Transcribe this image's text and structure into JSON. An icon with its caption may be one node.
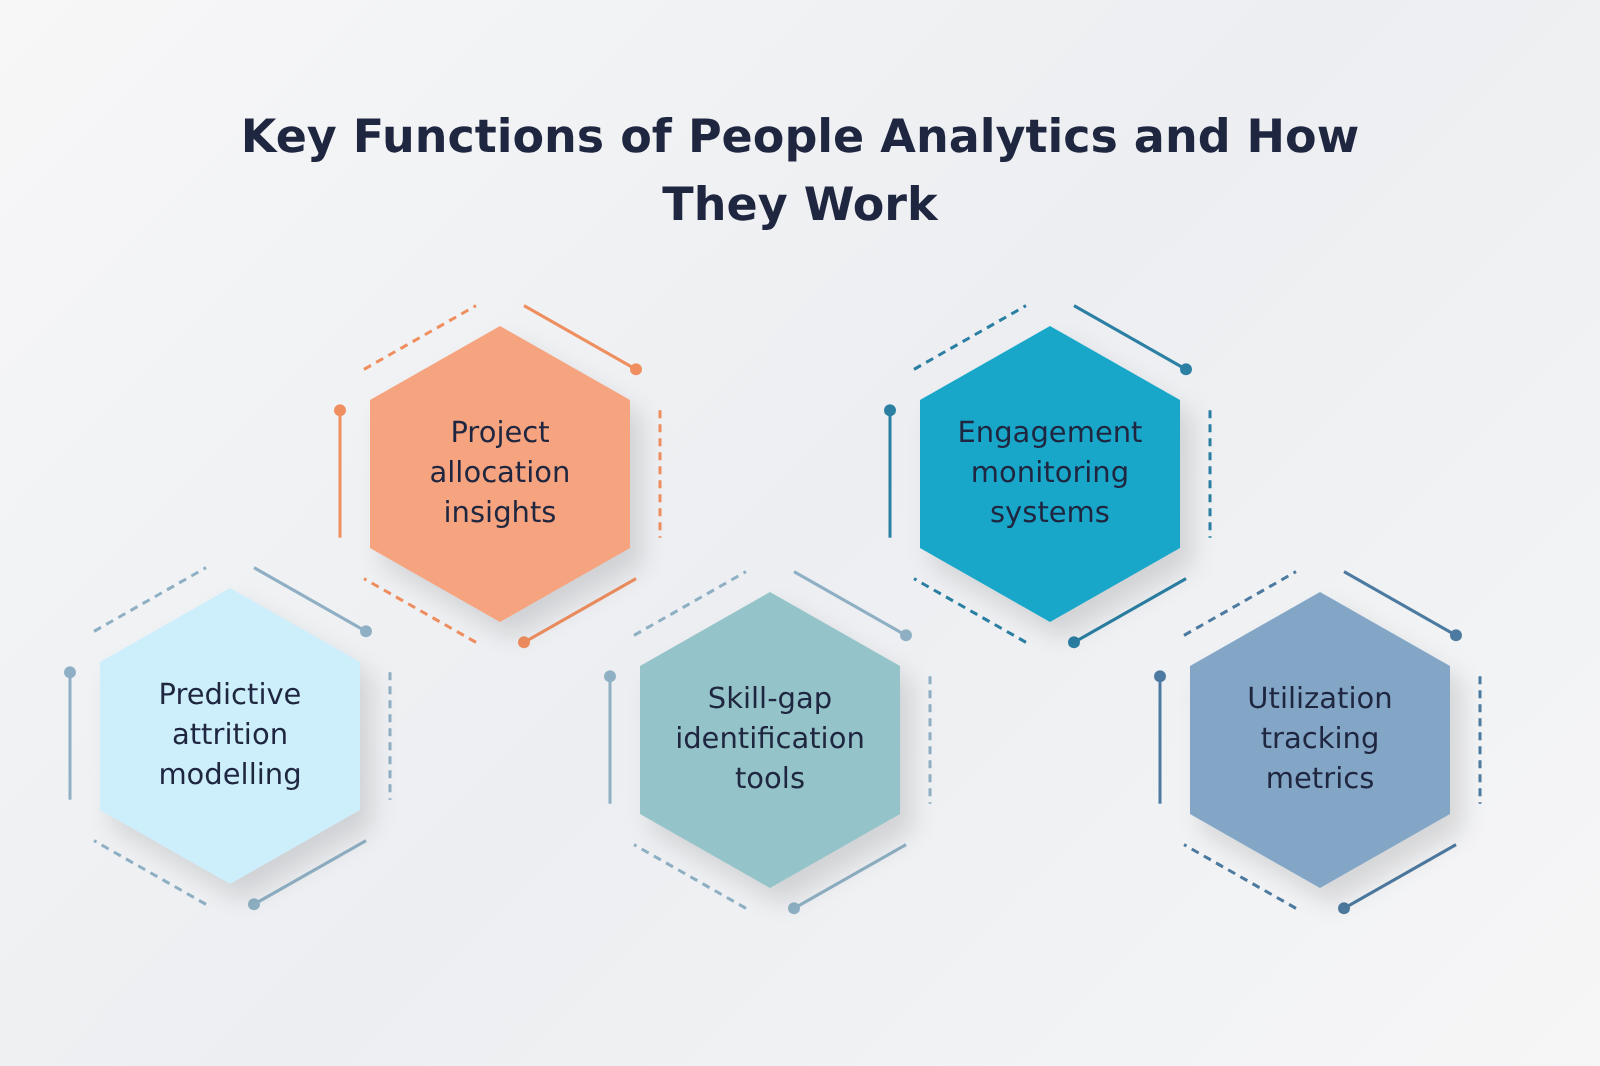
{
  "diagram": {
    "title": "Key Functions of People Analytics and How They Work",
    "nodes": [
      {
        "text": [
          "Predictive attrition modelling"
        ]
      },
      {
        "text": [
          "Project allocation insights"
        ]
      },
      {
        "text": [
          "Skill-gap identification tools"
        ]
      },
      {
        "text": [
          "Engagement monitoring systems"
        ]
      },
      {
        "text": [
          "Utilization tracking metrics"
        ]
      }
    ]
  }
}
